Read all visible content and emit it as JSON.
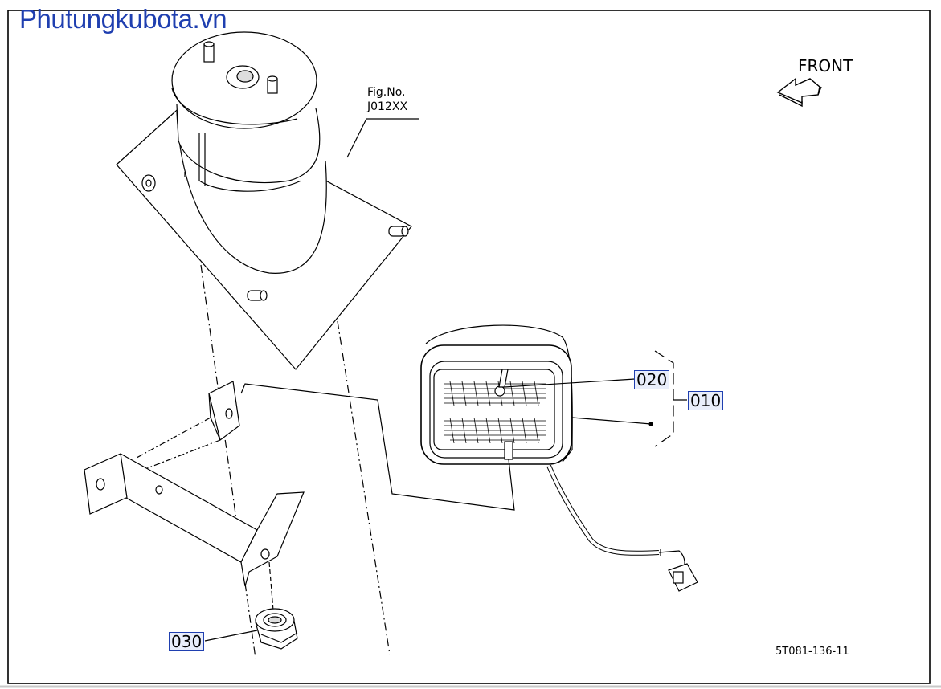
{
  "watermark": "Phutungkubota.vn",
  "figure": {
    "line1": "Fig.No.",
    "line2": "J012XX"
  },
  "front_label": "FRONT",
  "callouts": {
    "part_010": "010",
    "part_020": "020",
    "part_030": "030"
  },
  "drawing_code": "5T081-136-11",
  "colors": {
    "watermark": "#1f3fb0",
    "callout_border": "#1f3fb0",
    "callout_bg": "#e9eefb",
    "line": "#000000"
  }
}
